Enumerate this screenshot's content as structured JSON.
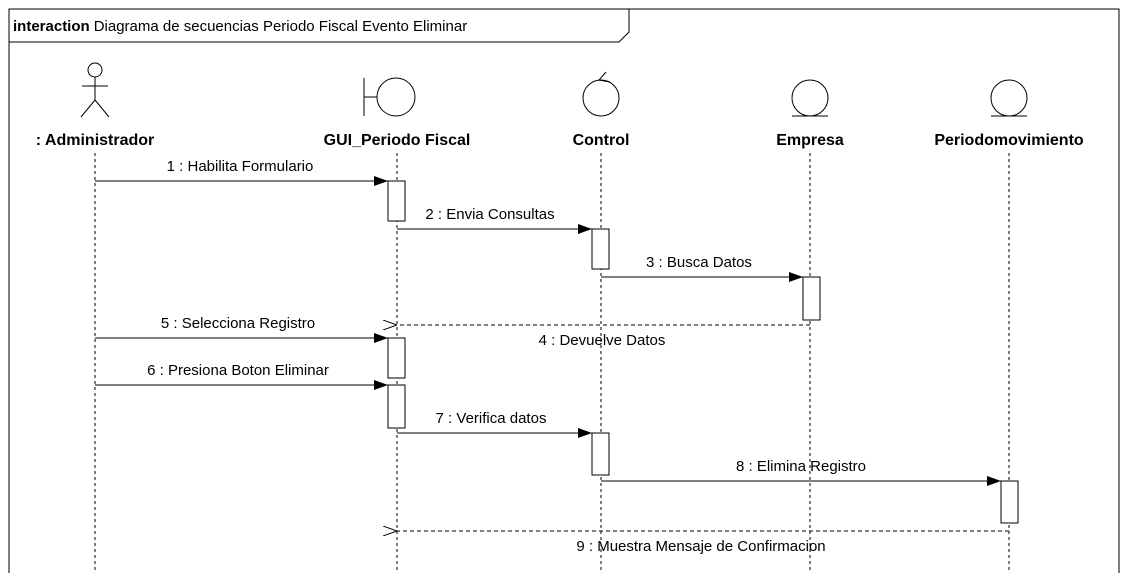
{
  "frame": {
    "keyword": "interaction",
    "title": "Diagrama de secuencias Periodo Fiscal Evento Eliminar"
  },
  "lifelines": [
    {
      "id": "admin",
      "name": ": Administrador",
      "kind": "actor-icon"
    },
    {
      "id": "gui",
      "name": "GUI_Periodo Fiscal",
      "kind": "boundary-icon"
    },
    {
      "id": "control",
      "name": "Control",
      "kind": "control-icon"
    },
    {
      "id": "empresa",
      "name": "Empresa",
      "kind": "entity-icon"
    },
    {
      "id": "periodo",
      "name": "Periodomovimiento",
      "kind": "entity-icon"
    }
  ],
  "messages": [
    {
      "label": "1 : Habilita Formulario",
      "from": "admin",
      "to": "gui",
      "kind": "sync"
    },
    {
      "label": "2 : Envia Consultas",
      "from": "gui",
      "to": "control",
      "kind": "sync"
    },
    {
      "label": "3 : Busca Datos",
      "from": "control",
      "to": "empresa",
      "kind": "sync"
    },
    {
      "label": "4 : Devuelve Datos",
      "from": "empresa",
      "to": "gui",
      "kind": "return"
    },
    {
      "label": "5 : Selecciona Registro",
      "from": "admin",
      "to": "gui",
      "kind": "sync"
    },
    {
      "label": "6 : Presiona  Boton Eliminar",
      "from": "admin",
      "to": "gui",
      "kind": "sync"
    },
    {
      "label": "7 : Verifica datos",
      "from": "gui",
      "to": "control",
      "kind": "sync"
    },
    {
      "label": "8 : Elimina Registro",
      "from": "control",
      "to": "periodo",
      "kind": "sync"
    },
    {
      "label": "9 : Muestra Mensaje de Confirmacion",
      "from": "periodo",
      "to": "gui",
      "kind": "return"
    }
  ]
}
